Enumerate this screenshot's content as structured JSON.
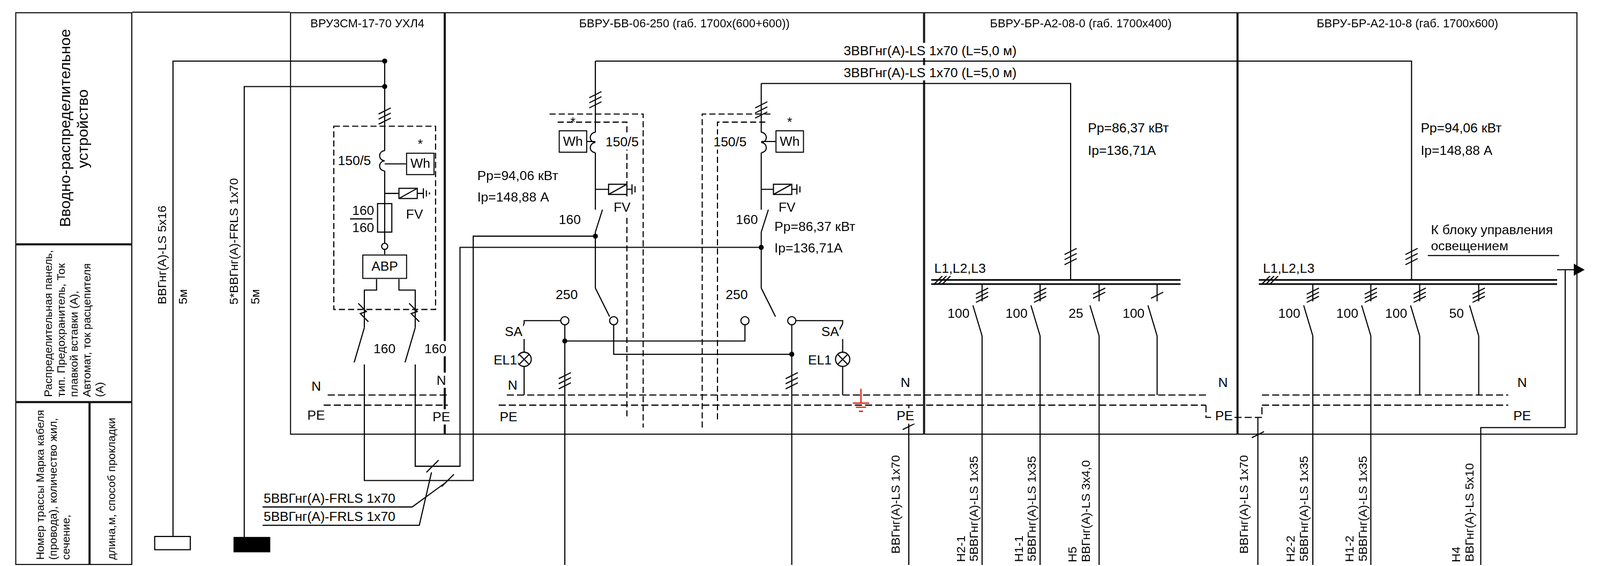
{
  "diagram": {
    "nodes": [
      {
        "text": [
          "Вводно-распределительное устройство"
        ]
      },
      {
        "text": [
          "Распределительная панель, тип. Предохранитель, Ток плавкой вставки (А), Автомат, ток расцепителя (А)"
        ]
      },
      {
        "text": [
          "Номер трассы Марка кабеля (провода), количество жил, сечение,"
        ]
      },
      {
        "text": [
          "длина,м, способ прокладки"
        ]
      },
      {
        "text": [
          "ВРУ3СМ-17-70 УХЛ4"
        ]
      },
      {
        "text": [
          "БВРУ-БВ-06-250 (габ. 1700х(600+600))"
        ]
      },
      {
        "text": [
          "БВРУ-БР-А2-08-0 (габ. 1700х400)"
        ]
      },
      {
        "text": [
          "БВРУ-БР-А2-10-8 (габ. 1700х600)"
        ]
      },
      {
        "text": [
          "*",
          "Wh"
        ],
        "in": 4
      },
      {
        "text": [
          "АВР"
        ],
        "in": 4
      },
      {
        "text": [
          "*",
          "Wh"
        ],
        "in": 5
      },
      {
        "text": [
          "*",
          "Wh"
        ],
        "in": 5
      }
    ],
    "labels": [
      "ВВГнг(А)-LS 5х16",
      "5м",
      "5*ВВГнг(А)-FRLS 1х70",
      "5м",
      "3ВВГнг(А)-LS 1х70 (L=5,0 м)",
      "3ВВГнг(А)-LS 1х70 (L=5,0 м)",
      "150/5",
      "160",
      "160",
      "FV",
      "160",
      "160",
      "N",
      "PE",
      "N",
      "PE",
      "5ВВГнг(А)-FRLS 1х70",
      "5ВВГнг(А)-FRLS 1х70",
      "150/5",
      "FV",
      "Рр=94,06 кВт",
      "Iр=148,88 А",
      "160",
      "150/5",
      "FV",
      "160",
      "Рр=86,37 кВт",
      "Iр=136,71А",
      "250",
      "250",
      "SA",
      "EL1",
      "SA",
      "EL1",
      "N",
      "PE",
      "N",
      "PE",
      "ВВГнг(А)-LS 1х70",
      "Рр=86,37 кВт",
      "Iр=136,71А",
      "L1,L2,L3",
      "100",
      "100",
      "25",
      "100",
      "Н2-1",
      "5ВВГнг(А)-LS 1х35",
      "Н1-1",
      "5ВВГнг(А)-LS 1х35",
      "Н5",
      "ВВГнг(А)-LS 3х4,0",
      "N",
      "PE",
      "ВВГнг(А)-LS 1х70",
      "Рр=94,06 кВт",
      "Iр=148,88 А",
      "К блоку управления",
      "освещением",
      "L1,L2,L3",
      "100",
      "100",
      "100",
      "50",
      "Н2-2",
      "5ВВГнг(А)-LS 1х35",
      "Н1-2",
      "5ВВГнг(А)-LS 1х35",
      "Н4",
      "ВВГнг(А)-LS 5х10",
      "N",
      "PE"
    ]
  }
}
